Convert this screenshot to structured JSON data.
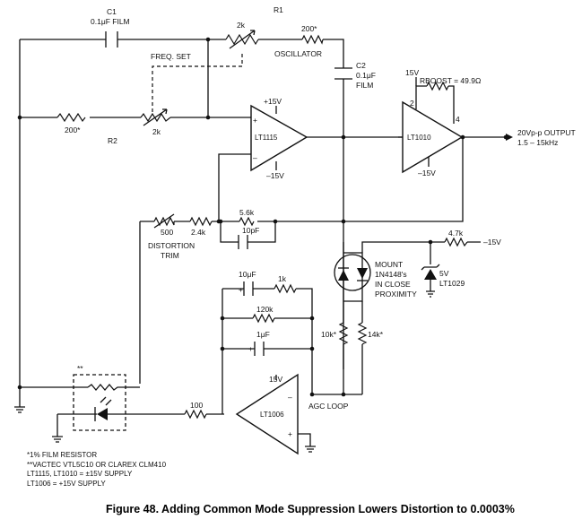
{
  "figure": {
    "caption": "Figure 48. Adding Common Mode Suppression Lowers Distortion to 0.0003%"
  },
  "components": {
    "c1": {
      "ref": "C1",
      "value": "0.1μF FILM"
    },
    "r1": {
      "ref": "R1",
      "pot": "2k",
      "fixed": "200*",
      "note": "OSCILLATOR"
    },
    "freq_set": "FREQ. SET",
    "r2": {
      "ref": "R2",
      "fixed": "200*",
      "pot": "2k"
    },
    "c2": {
      "ref": "C2",
      "value": "0.1μF",
      "value2": "FILM"
    },
    "lt1115": {
      "name": "LT1115",
      "vpos": "+15V",
      "vneg": "–15V"
    },
    "lt1010": {
      "name": "LT1010",
      "vpos": "15V",
      "vneg": "–15V",
      "pin2": "2",
      "pin4": "4",
      "rboost": "RBOOST = 49.9Ω"
    },
    "output": {
      "line1": "20Vp-p OUTPUT",
      "line2": "1.5 – 15kHz"
    },
    "r_500": "500",
    "r_2_4k": "2.4k",
    "distortion_trim": {
      "line1": "DISTORTION",
      "line2": "TRIM"
    },
    "r_5_6k": "5.6k",
    "c_10pf": "10pF",
    "r_4_7k": "4.7k",
    "neg15": "–15V",
    "zener": {
      "voltage": "5V",
      "part": "LT1029"
    },
    "diodes_note": {
      "line1": "MOUNT",
      "line2": "1N4148's",
      "line3": "IN CLOSE",
      "line4": "PROXIMITY"
    },
    "c_10uf": "10μF",
    "r_1k": "1k",
    "r_120k": "120k",
    "c_1uf": "1μF",
    "r_10k": "10k*",
    "r_14k": "14k*",
    "lt1006": {
      "name": "LT1006",
      "vpos": "15V"
    },
    "agc_loop": "AGC LOOP",
    "r_100": "100",
    "opto_mark": "**",
    "plus": "+",
    "minus": "–"
  },
  "notes": [
    "*1% FILM RESISTOR",
    "**VACTEC VTL5C10 OR CLAREX CLM410",
    "LT1115, LT1010 = ±15V SUPPLY",
    "LT1006 = +15V SUPPLY"
  ]
}
